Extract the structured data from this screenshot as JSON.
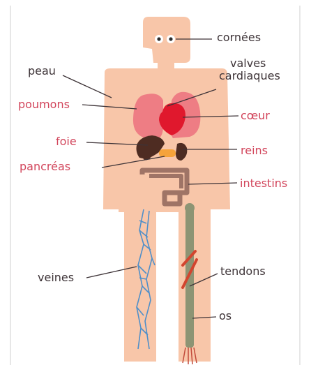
{
  "diagram": {
    "colors": {
      "skin": "#f8c6a9",
      "lungs": "#ee7d84",
      "heart": "#e0182d",
      "liver": "#4e2c22",
      "pancreas": "#f5a33a",
      "intestine": "#9f7466",
      "veins": "#4f8fc9",
      "bone": "#8d9474",
      "tendon": "#d2452f",
      "label_dark": "#3d3337",
      "label_red": "#d2455b"
    },
    "labels": {
      "cornees": "cornées",
      "peau": "peau",
      "valves_line1": "valves",
      "valves_line2": "cardiaques",
      "poumons": "poumons",
      "coeur": "cœur",
      "foie": "foie",
      "reins": "reins",
      "pancreas": "pancréas",
      "intestins": "intestins",
      "veines": "veines",
      "tendons": "tendons",
      "os": "os"
    }
  }
}
